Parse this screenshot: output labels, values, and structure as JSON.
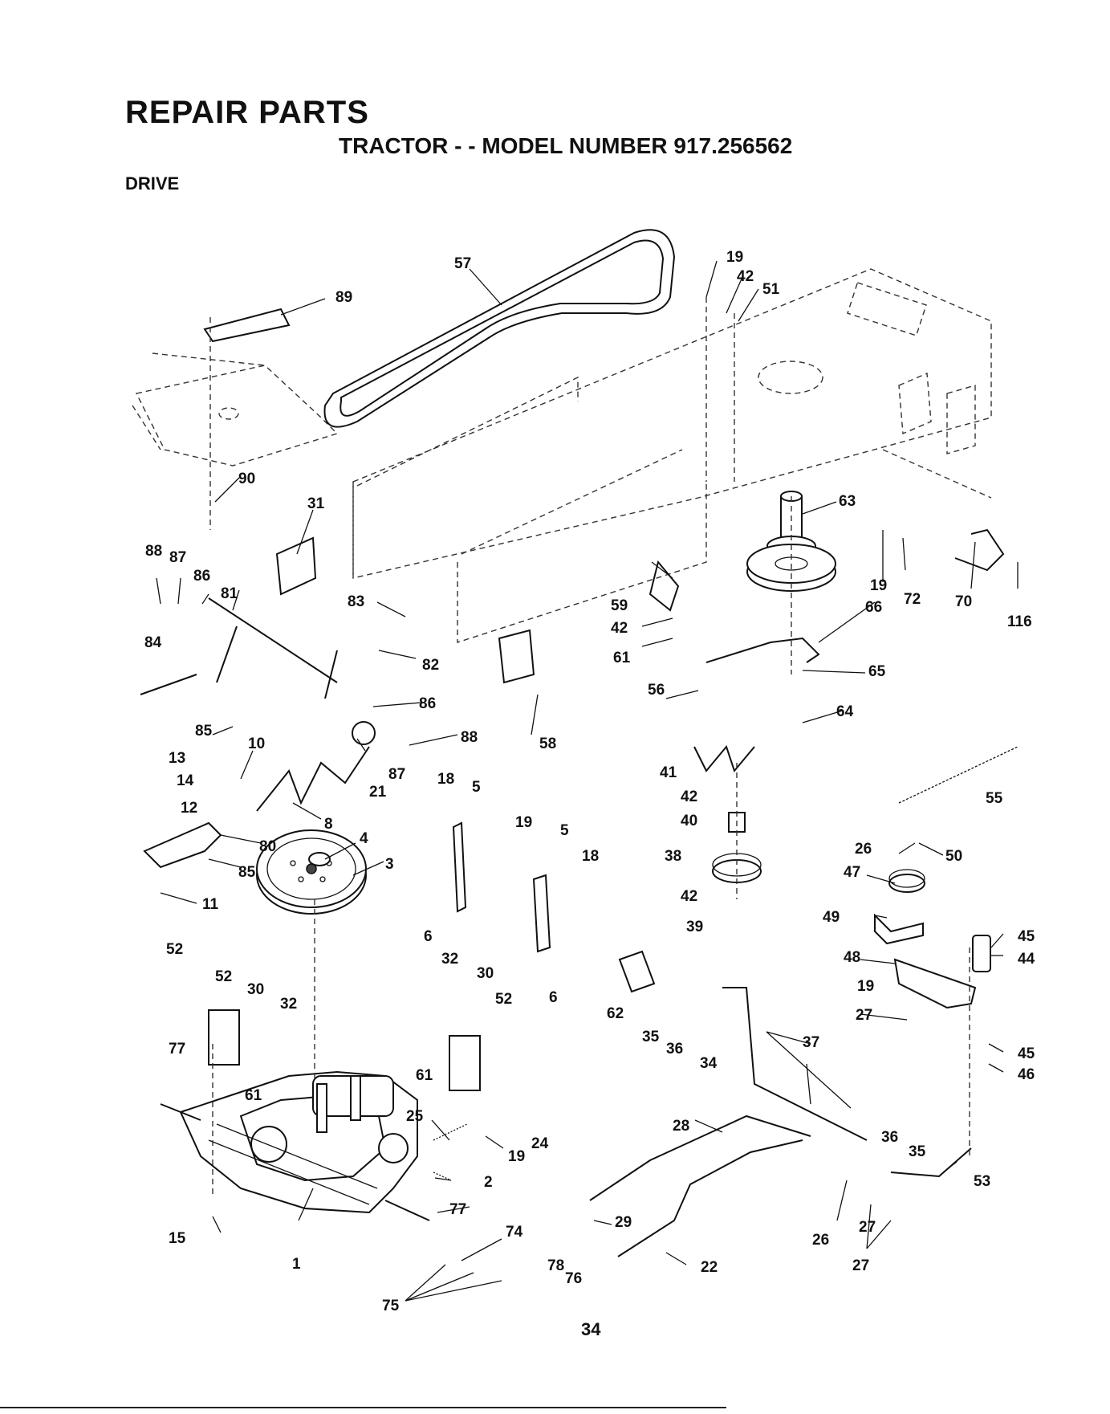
{
  "header": {
    "title": "REPAIR PARTS",
    "subtitle": "TRACTOR - - MODEL NUMBER 917.256562",
    "section": "DRIVE"
  },
  "page_number": "34",
  "labels": [
    "57",
    "19",
    "42",
    "51",
    "89",
    "90",
    "31",
    "63",
    "19",
    "72",
    "70",
    "116",
    "88",
    "87",
    "86",
    "81",
    "84",
    "83",
    "82",
    "59",
    "42",
    "61",
    "66",
    "56",
    "65",
    "64",
    "86",
    "88",
    "85",
    "10",
    "87",
    "21",
    "58",
    "13",
    "14",
    "12",
    "8",
    "80",
    "85",
    "18",
    "5",
    "19",
    "5",
    "18",
    "41",
    "42",
    "40",
    "55",
    "4",
    "3",
    "26",
    "50",
    "47",
    "38",
    "11",
    "6",
    "42",
    "39",
    "49",
    "45",
    "52",
    "32",
    "30",
    "48",
    "44",
    "52",
    "30",
    "52",
    "6",
    "62",
    "19",
    "27",
    "32",
    "35",
    "36",
    "34",
    "37",
    "45",
    "46",
    "77",
    "61",
    "61",
    "25",
    "24",
    "28",
    "19",
    "36",
    "35",
    "2",
    "53",
    "77",
    "74",
    "29",
    "15",
    "1",
    "78",
    "76",
    "22",
    "26",
    "75",
    "27",
    "27"
  ]
}
